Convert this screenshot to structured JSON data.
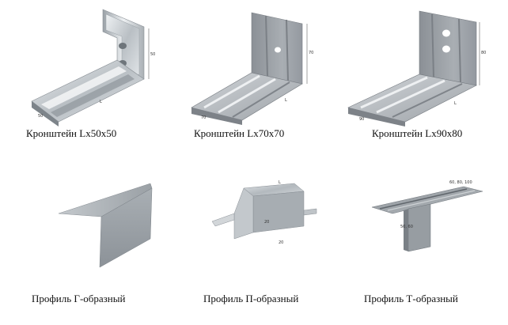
{
  "products": [
    {
      "caption": "Кронштейн Lx50x50",
      "image": "galvanized-bracket-50"
    },
    {
      "caption": "Кронштейн Lx70x70",
      "image": "painted-bracket-70"
    },
    {
      "caption": "Кронштейн Lx90x80",
      "image": "painted-bracket-90"
    },
    {
      "caption": "Профиль Г-образный",
      "image": "l-profile"
    },
    {
      "caption": "Профиль П-образный",
      "image": "u-profile"
    },
    {
      "caption": "Профиль Т-образный",
      "image": "t-profile"
    }
  ],
  "dimension_labels": {
    "bracket_50": {
      "height": "50",
      "width": "50",
      "length": "L"
    },
    "bracket_70": {
      "height": "70",
      "width": "70",
      "length": "L"
    },
    "bracket_90": {
      "height": "80",
      "width": "90",
      "length": "L"
    },
    "u_profile": {
      "top": "L",
      "side": "20",
      "bottom": "20"
    },
    "t_profile": {
      "top": "60, 80, 100",
      "side": "50, 60"
    }
  },
  "colors": {
    "galvanized": "#c9ced2",
    "painted": "#9da2a7",
    "caption_text": "#111111"
  }
}
